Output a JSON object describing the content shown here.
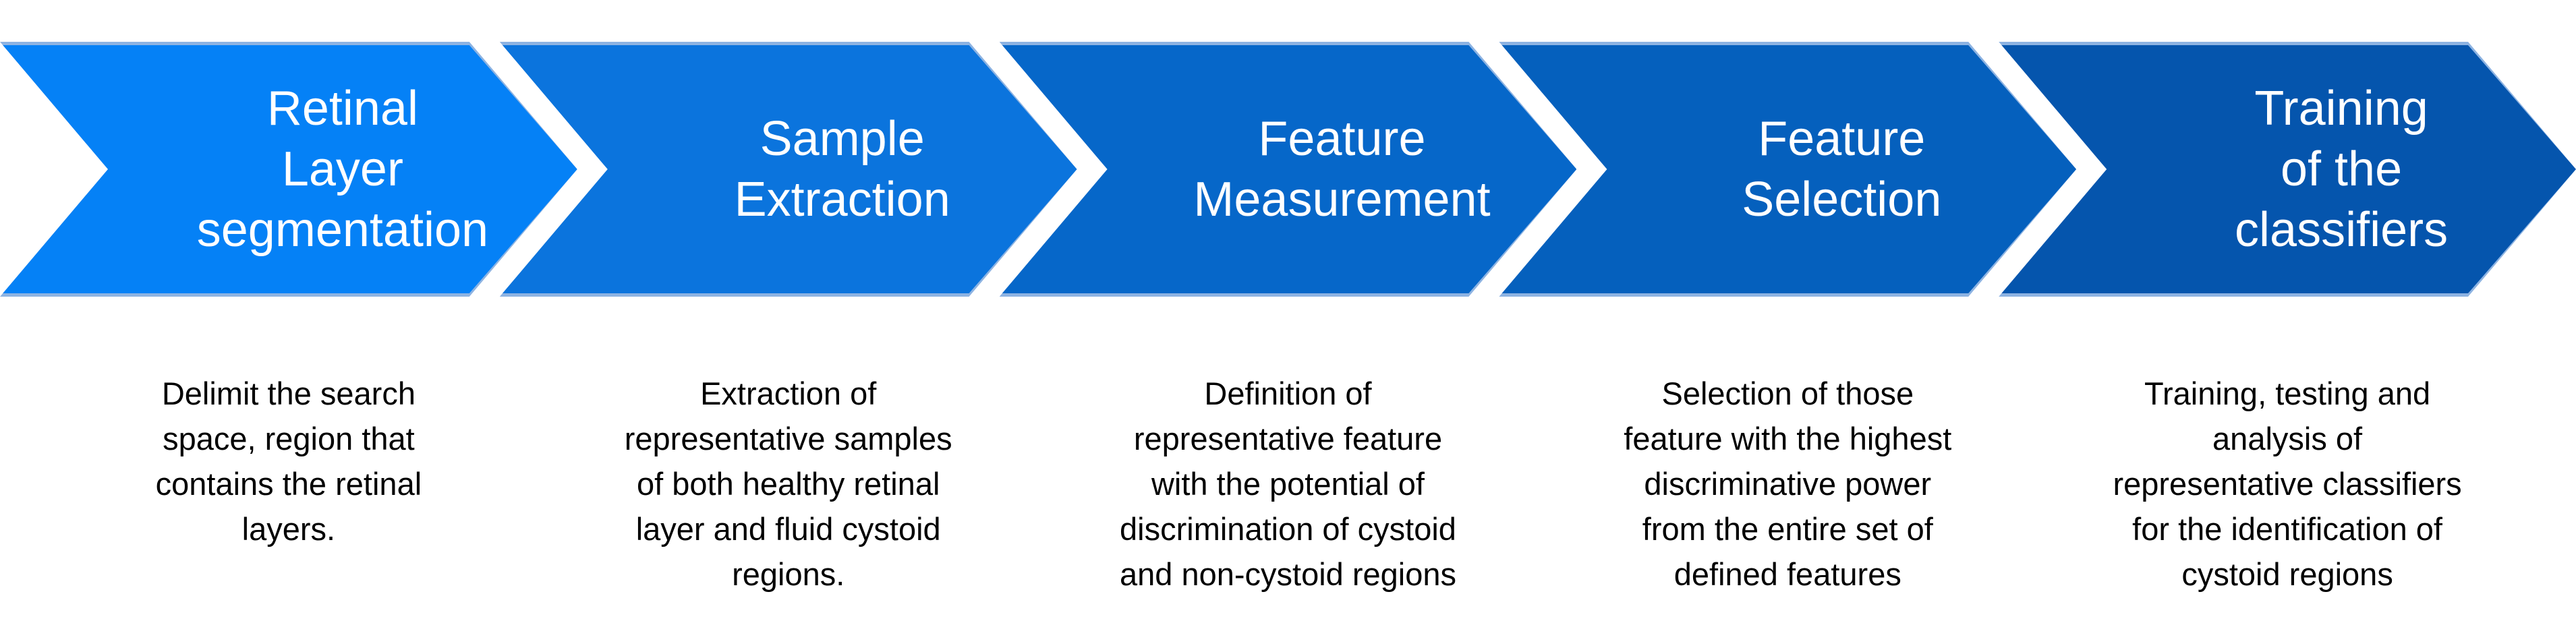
{
  "diagram": {
    "type": "process-flow-chevrons",
    "direction": "left-to-right",
    "background_color": "#ffffff",
    "chevron_border_color": "#8db3e2",
    "title_text_color": "#ffffff",
    "description_text_color": "#000000",
    "steps": [
      {
        "title": "Retinal Layer segmentation",
        "title_lines": [
          "Retinal",
          "Layer",
          "segmentation"
        ],
        "fill_color": "#0581f6",
        "description": "Delimit the search space, region that contains the retinal layers.",
        "description_lines": [
          "Delimit the search",
          "space, region that",
          "contains the retinal",
          "layers."
        ]
      },
      {
        "title": "Sample Extraction",
        "title_lines": [
          "Sample",
          "Extraction"
        ],
        "fill_color": "#0b74dd",
        "description": "Extraction of representative samples of both healthy retinal layer and fluid cystoid regions.",
        "description_lines": [
          "Extraction of",
          "representative samples",
          "of both healthy retinal",
          "layer and fluid cystoid",
          "regions."
        ]
      },
      {
        "title": "Feature Measurement",
        "title_lines": [
          "Feature",
          "Measurement"
        ],
        "fill_color": "#0667c9",
        "description": "Definition of representative feature with the potential of discrimination of cystoid and non-cystoid regions",
        "description_lines": [
          "Definition of",
          "representative feature",
          "with the potential of",
          "discrimination of cystoid",
          "and non-cystoid regions"
        ]
      },
      {
        "title": "Feature Selection",
        "title_lines": [
          "Feature",
          "Selection"
        ],
        "fill_color": "#0560bd",
        "description": "Selection of those feature with the highest discriminative power from the entire set of defined features",
        "description_lines": [
          "Selection of those",
          "feature with the highest",
          "discriminative power",
          "from the entire set of",
          "defined features"
        ]
      },
      {
        "title": "Training of the classifiers",
        "title_lines": [
          "Training",
          "of the",
          "classifiers"
        ],
        "fill_color": "#0555ad",
        "description": "Training, testing and analysis of representative classifiers for the identification of cystoid regions",
        "description_lines": [
          "Training, testing and",
          "analysis of",
          "representative classifiers",
          "for the identification of",
          "cystoid regions"
        ]
      }
    ]
  }
}
